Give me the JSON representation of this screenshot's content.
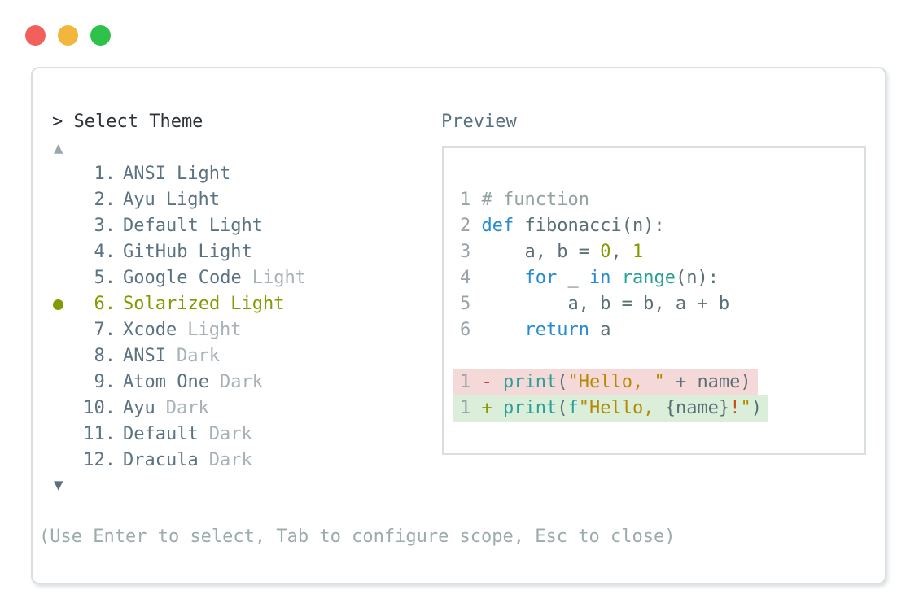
{
  "colors": {
    "accent": "#859900",
    "kw": "#268bd2",
    "fn": "#2aa198",
    "str": "#b58900",
    "minus": "#dc322f",
    "excl": "#cb4b16",
    "bg-removed": "#f5d9d8",
    "bg-added": "#dbeeda",
    "tl-red": "#f2605b",
    "tl-yellow": "#f3b63d",
    "tl-green": "#2ec24b"
  },
  "header": {
    "prompt": "> Select Theme",
    "preview_label": "Preview"
  },
  "list": {
    "scroll_up_icon": "▲",
    "scroll_down_icon": "▼",
    "selected_marker": "●",
    "items": [
      {
        "num": "1.",
        "name": "ANSI",
        "variant": "Light",
        "state": "normal"
      },
      {
        "num": "2.",
        "name": "Ayu",
        "variant": "Light",
        "state": "normal"
      },
      {
        "num": "3.",
        "name": "Default",
        "variant": "Light",
        "state": "normal"
      },
      {
        "num": "4.",
        "name": "GitHub",
        "variant": "Light",
        "state": "normal"
      },
      {
        "num": "5.",
        "name": "Google Code",
        "variant": "Light",
        "state": "dim"
      },
      {
        "num": "6.",
        "name": "Solarized",
        "variant": "Light",
        "state": "selected"
      },
      {
        "num": "7.",
        "name": "Xcode",
        "variant": "Light",
        "state": "dim"
      },
      {
        "num": "8.",
        "name": "ANSI",
        "variant": "Dark",
        "state": "dim"
      },
      {
        "num": "9.",
        "name": "Atom One",
        "variant": "Dark",
        "state": "dim"
      },
      {
        "num": "10.",
        "name": "Ayu",
        "variant": "Dark",
        "state": "dim"
      },
      {
        "num": "11.",
        "name": "Default",
        "variant": "Dark",
        "state": "dim"
      },
      {
        "num": "12.",
        "name": "Dracula",
        "variant": "Dark",
        "state": "dim"
      }
    ]
  },
  "preview": {
    "code_lines": [
      {
        "tokens": [
          [
            "1 ",
            "ln"
          ],
          [
            "# function",
            "comment"
          ]
        ]
      },
      {
        "tokens": [
          [
            "2 ",
            "ln"
          ],
          [
            "def",
            "kw"
          ],
          [
            " fibonacci(n):",
            "plain"
          ]
        ]
      },
      {
        "tokens": [
          [
            "3 ",
            "ln"
          ],
          [
            "    a, b = ",
            "plain"
          ],
          [
            "0",
            "lit"
          ],
          [
            ", ",
            "plain"
          ],
          [
            "1",
            "lit"
          ]
        ]
      },
      {
        "tokens": [
          [
            "4 ",
            "ln"
          ],
          [
            "    ",
            "plain"
          ],
          [
            "for",
            "kw"
          ],
          [
            " _ ",
            "plain"
          ],
          [
            "in",
            "kw"
          ],
          [
            " ",
            "plain"
          ],
          [
            "range",
            "fn"
          ],
          [
            "(n):",
            "plain"
          ]
        ]
      },
      {
        "tokens": [
          [
            "5 ",
            "ln"
          ],
          [
            "        a, b = b, a + b",
            "plain"
          ]
        ]
      },
      {
        "tokens": [
          [
            "6 ",
            "ln"
          ],
          [
            "    ",
            "plain"
          ],
          [
            "return",
            "kw"
          ],
          [
            " a",
            "plain"
          ]
        ]
      },
      {
        "tokens": []
      },
      {
        "cls": "removed",
        "tokens": [
          [
            "1 ",
            "ln"
          ],
          [
            "- ",
            "minus"
          ],
          [
            "print",
            "fn"
          ],
          [
            "(",
            "plain"
          ],
          [
            "\"Hello, \"",
            "str"
          ],
          [
            " + name)",
            "plain"
          ]
        ]
      },
      {
        "cls": "added",
        "tokens": [
          [
            "1 ",
            "ln"
          ],
          [
            "+ ",
            "plus"
          ],
          [
            "print",
            "fn"
          ],
          [
            "(",
            "plain"
          ],
          [
            "f",
            "fn"
          ],
          [
            "\"Hello, ",
            "str"
          ],
          [
            "{name}",
            "plain"
          ],
          [
            "!",
            "excl"
          ],
          [
            "\"",
            "str"
          ],
          [
            ")",
            "plain"
          ]
        ]
      }
    ]
  },
  "footer": {
    "hint": "(Use Enter to select, Tab to configure scope, Esc to close)"
  }
}
